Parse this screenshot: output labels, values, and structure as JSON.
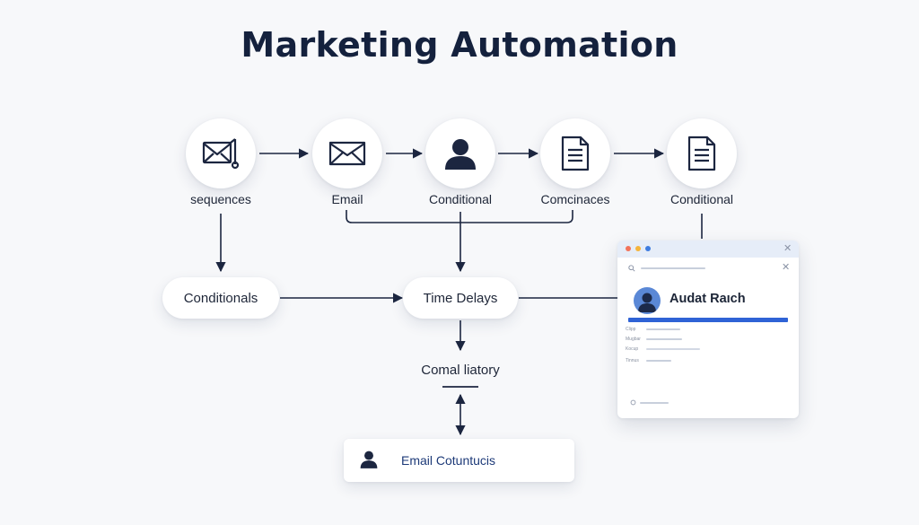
{
  "title": "Marketing Automation",
  "nodes": [
    {
      "id": "sequences",
      "label": "sequences",
      "icon": "envelope-link-icon"
    },
    {
      "id": "email",
      "label": "Email",
      "icon": "envelope-icon"
    },
    {
      "id": "conditional-1",
      "label": "Conditional",
      "icon": "user-icon"
    },
    {
      "id": "compliances",
      "label": "Comcinaces",
      "icon": "document-icon"
    },
    {
      "id": "conditional-2",
      "label": "Conditional",
      "icon": "document-icon"
    }
  ],
  "pills": {
    "conditionals": "Conditionals",
    "time_delays": "Time Delays"
  },
  "history_label": "Comal liatory",
  "bottom_card": {
    "label": "Email Cotuntucis",
    "icon": "user-icon"
  },
  "profile_window": {
    "name": "Audat Raıch",
    "icon": "user-avatar-icon",
    "row_labels": [
      "Clipp",
      "Mugbar",
      "Kocup",
      "Tinnus"
    ],
    "dots": [
      "#f2735a",
      "#f5b43c",
      "#3f7de0"
    ]
  },
  "colors": {
    "line": "#1c2640",
    "title": "#14213d",
    "accent": "#2f63d6",
    "window_bar": "#e6edf8"
  }
}
